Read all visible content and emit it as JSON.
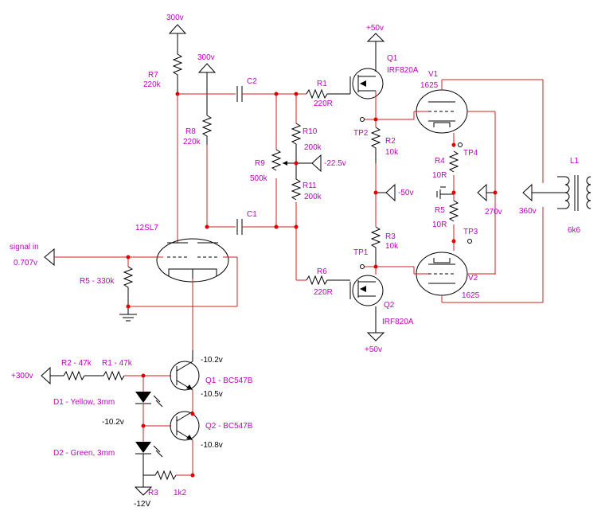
{
  "labels": {
    "v300_r7": "300v",
    "v300_r8": "300v",
    "r7": "R7",
    "r7v": "220k",
    "r8": "R8",
    "r8v": "220k",
    "c2": "C2",
    "c1": "C1",
    "r1": "R1",
    "r1v": "220R",
    "r6": "R6",
    "r6v": "220R",
    "r9": "R9",
    "r9v": "500k",
    "r10": "R10",
    "r10v": "200k",
    "r11": "R11",
    "r11v": "200k",
    "neg225": "-22.5v",
    "q1top": "+50v",
    "q1": "Q1",
    "q1t": "IRF820A",
    "q2": "Q2",
    "q2t": "IRF820A",
    "q2bot": "+50v",
    "tp2": "TP2",
    "r2": "R2",
    "r2v": "10k",
    "neg50": "-50v",
    "r3": "R3",
    "r3v": "10k",
    "tp1": "TP1",
    "v1": "V1",
    "v1t": "1625",
    "v2": "V2",
    "v2t": "1625",
    "r4": "R4",
    "r4v": "10R",
    "tp4": "TP4",
    "r5b": "R5",
    "r5bv": "10R",
    "tp3": "TP3",
    "v270": "270v",
    "l1": "L1",
    "v360": "360v",
    "l1v": "6k6",
    "tube": "12SL7",
    "sig": "signal in",
    "sigv": "0.707v",
    "r5": "R5 - 330k",
    "v300l": "+300v",
    "r2b": "R2 - 47k",
    "r1b": "R1 - 47k",
    "qa": "Q1 - BC547B",
    "qb": "Q2 - BC547B",
    "v102a": "-10.2v",
    "v105": "-10.5v",
    "v102b": "-10.2v",
    "v108": "-10.8v",
    "d1": "D1 - Yellow, 3mm",
    "d2": "D2 - Green, 3mm",
    "r3b": "R3",
    "r3bv": "1k2",
    "v12": "-12V"
  }
}
